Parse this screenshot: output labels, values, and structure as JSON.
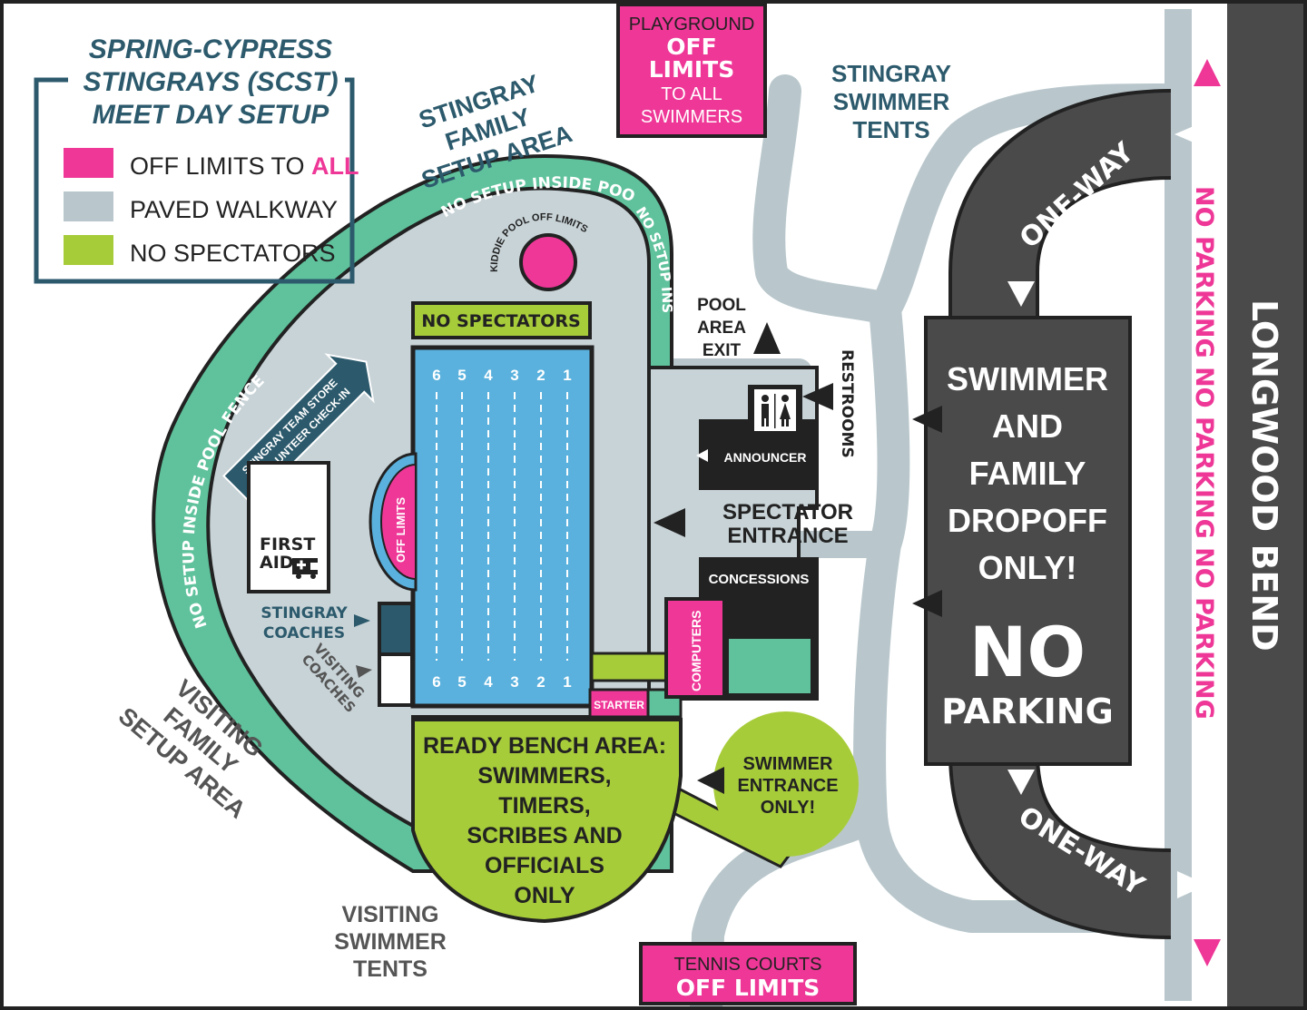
{
  "legend": {
    "title": [
      "SPRING-CYPRESS",
      "STINGRAYS (SCST)",
      "MEET DAY SETUP"
    ],
    "items": [
      {
        "label": "OFF LIMITS TO ",
        "emphasis": "ALL",
        "color": "#ee3797"
      },
      {
        "label": "PAVED WALKWAY",
        "color": "#b9c7cc"
      },
      {
        "label": "NO SPECTATORS",
        "color": "#a7cc3a"
      }
    ]
  },
  "areas": {
    "stingray_family": [
      "STINGRAY",
      "FAMILY",
      "SETUP AREA"
    ],
    "stingray_tents": [
      "STINGRAY",
      "SWIMMER",
      "TENTS"
    ],
    "visiting_family": [
      "VISITING",
      "FAMILY",
      "SETUP AREA"
    ],
    "visiting_tents": [
      "VISITING",
      "SWIMMER",
      "TENTS"
    ]
  },
  "playground": {
    "line1": "PLAYGROUND",
    "line2": "OFF",
    "line3": "LIMITS",
    "line4": "TO ALL",
    "line5": "SWIMMERS"
  },
  "tennis": {
    "line1": "TENNIS COURTS",
    "line2": "OFF LIMITS"
  },
  "fence": {
    "top": "NO SETUP INSIDE POOL FENCE",
    "right": "NO SETUP INSIDE POOL FENCE",
    "left": "NO SETUP INSIDE POOL FENCE"
  },
  "kiddie_pool": "KIDDIE POOL OFF LIMITS",
  "no_spectators": "NO SPECTATORS",
  "pool": {
    "lanes_top": [
      "6",
      "5",
      "4",
      "3",
      "2",
      "1"
    ],
    "lanes_bottom": [
      "6",
      "5",
      "4",
      "3",
      "2",
      "1"
    ],
    "off_limits": "OFF LIMITS"
  },
  "team_store": "STINGRAY TEAM STORE\n& VOLUNTEER CHECK-IN",
  "first_aid": {
    "line1": "FIRST",
    "line2": "AID"
  },
  "coaches": {
    "stingray": [
      "STINGRAY",
      "COACHES"
    ],
    "visiting": [
      "VISITING",
      "COACHES"
    ]
  },
  "pool_exit": [
    "POOL",
    "AREA",
    "EXIT"
  ],
  "restrooms": "RESTROOMS",
  "announcer": "ANNOUNCER",
  "spectator_entrance": [
    "SPECTATOR",
    "ENTRANCE"
  ],
  "concessions": "CONCESSIONS",
  "computers": "COMPUTERS",
  "starter": "STARTER",
  "ready_bench": [
    "READY BENCH AREA:",
    "SWIMMERS,",
    "TIMERS,",
    "SCRIBES AND",
    "OFFICIALS",
    "ONLY"
  ],
  "swimmer_entrance": [
    "SWIMMER",
    "ENTRANCE",
    "ONLY!"
  ],
  "dropoff": [
    "SWIMMER",
    "AND",
    "FAMILY",
    "DROPOFF",
    "ONLY!"
  ],
  "no_parking_big": {
    "line1": "NO",
    "line2": "PARKING"
  },
  "one_way_top": "ONE-WAY",
  "one_way_bottom": "ONE-WAY",
  "no_parking_strip": "NO PARKING  NO PARKING  NO PARKING",
  "road": "LONGWOOD BEND",
  "colors": {
    "pink": "#ee3797",
    "walk": "#b9c7cc",
    "lime": "#a7cc3a",
    "teal": "#5fc29c",
    "pool": "#5ab1dd",
    "navy": "#2c5a6c",
    "dark": "#4a4a4a",
    "black": "#222222"
  }
}
